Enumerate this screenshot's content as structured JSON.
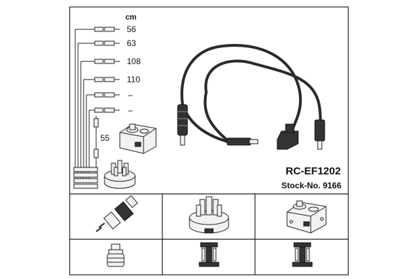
{
  "unit_label": "cm",
  "cable_lengths": [
    "56",
    "63",
    "108",
    "110",
    "–",
    "–"
  ],
  "coil_lead_length": "55",
  "product": {
    "code": "RC-EF1202",
    "stock_number": "Stock-No. 9166"
  }
}
